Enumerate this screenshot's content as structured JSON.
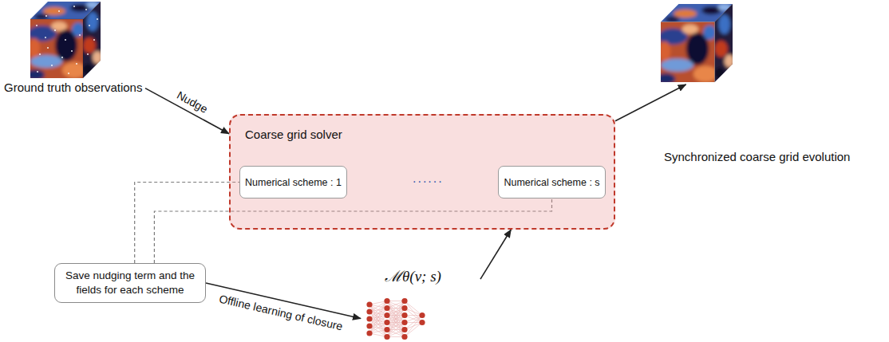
{
  "diagram": {
    "nodes": [
      {
        "text": [
          "Ground truth observations"
        ]
      },
      {
        "text": [
          "Coarse grid solver"
        ]
      },
      {
        "text": [
          "Numerical scheme : 1"
        ],
        "in": 1
      },
      {
        "text": [
          "Numerical scheme : s"
        ],
        "in": 1
      },
      {
        "text": [
          "Synchronized coarse grid evolution"
        ]
      },
      {
        "text": [
          "Save nudging term and the fields for each scheme"
        ]
      },
      {
        "text": [
          "ℳθ(v; s)"
        ]
      }
    ],
    "edges": [
      {
        "from": 0,
        "to": 1,
        "arrow": "to",
        "label": "Nudge"
      },
      {
        "from": 1,
        "to": 4,
        "arrow": "to"
      },
      {
        "from": 5,
        "to": 2,
        "arrow": "none"
      },
      {
        "from": 5,
        "to": 3,
        "arrow": "none"
      },
      {
        "from": 5,
        "to": 6,
        "arrow": "to",
        "label": "Offline learning of closure"
      },
      {
        "from": 6,
        "to": 1,
        "arrow": "to"
      }
    ],
    "labels": [
      "......"
    ]
  }
}
